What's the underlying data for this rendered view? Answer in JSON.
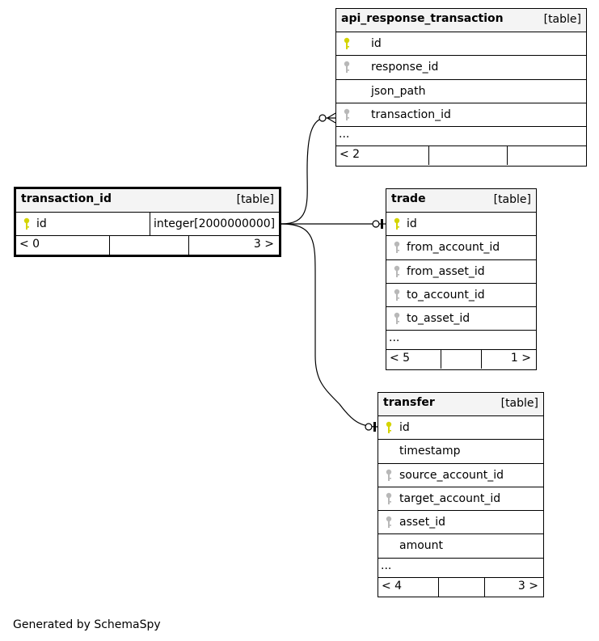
{
  "diagram": {
    "tables": [
      {
        "name": "api_response_transaction",
        "kind": "[table]",
        "columns": [
          {
            "name": "id",
            "key": "primary"
          },
          {
            "name": "response_id",
            "key": "foreign"
          },
          {
            "name": "json_path",
            "key": "none"
          },
          {
            "name": "transaction_id",
            "key": "foreign"
          }
        ],
        "more": "...",
        "nav": {
          "prev": "< 2",
          "next": ""
        }
      },
      {
        "name": "transaction_id",
        "kind": "[table]",
        "columns": [
          {
            "name": "id",
            "key": "primary",
            "type": "integer[2000000000]"
          }
        ],
        "more": "",
        "nav": {
          "prev": "< 0",
          "next": "3 >"
        }
      },
      {
        "name": "trade",
        "kind": "[table]",
        "columns": [
          {
            "name": "id",
            "key": "primary"
          },
          {
            "name": "from_account_id",
            "key": "foreign"
          },
          {
            "name": "from_asset_id",
            "key": "foreign"
          },
          {
            "name": "to_account_id",
            "key": "foreign"
          },
          {
            "name": "to_asset_id",
            "key": "foreign"
          }
        ],
        "more": "...",
        "nav": {
          "prev": "< 5",
          "next": "1 >"
        }
      },
      {
        "name": "transfer",
        "kind": "[table]",
        "columns": [
          {
            "name": "id",
            "key": "primary"
          },
          {
            "name": "timestamp",
            "key": "none"
          },
          {
            "name": "source_account_id",
            "key": "foreign"
          },
          {
            "name": "target_account_id",
            "key": "foreign"
          },
          {
            "name": "asset_id",
            "key": "foreign"
          },
          {
            "name": "amount",
            "key": "none"
          }
        ],
        "more": "...",
        "nav": {
          "prev": "< 4",
          "next": "3 >"
        }
      }
    ],
    "footer": "Generated by SchemaSpy",
    "colors": {
      "primary_key": "#d4d400",
      "foreign_key": "#b8b8b8",
      "header_bg": "#f4f4f4"
    }
  }
}
